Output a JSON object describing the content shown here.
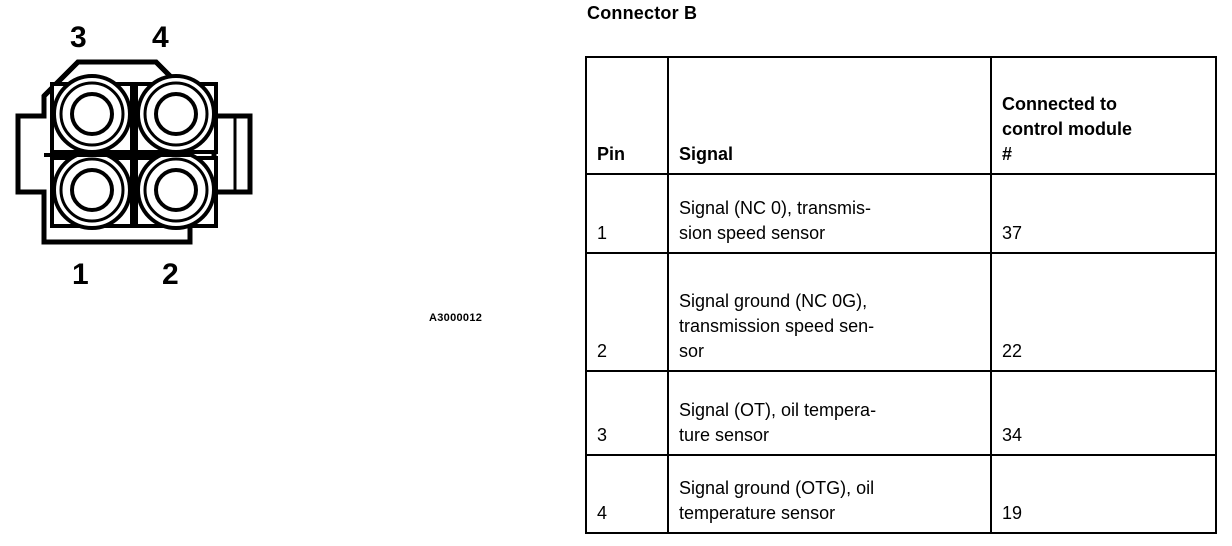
{
  "figure": {
    "reference_code": "A3000012",
    "pin_labels": {
      "top_left": "3",
      "top_right": "4",
      "bottom_left": "1",
      "bottom_right": "2"
    },
    "cavity_count": 4,
    "ink_color": "#000000",
    "background_color": "#ffffff"
  },
  "panel": {
    "title": "Connector B"
  },
  "table": {
    "headers": {
      "pin": "Pin",
      "signal": "Signal",
      "module": "Connected to\ncontrol module\n#"
    },
    "rows": [
      {
        "pin": "1",
        "signal": "Signal (NC 0), transmis-\nsion speed sensor",
        "module": "37",
        "pin_align": "bottom",
        "signal_align": "bottom",
        "module_align": "bottom"
      },
      {
        "pin": "2",
        "signal": "Signal ground (NC 0G),\ntransmission speed sen-\nsor",
        "module": "22",
        "pin_align": "bottom",
        "signal_align": "top",
        "module_align": "bottom"
      },
      {
        "pin": "3",
        "signal": "Signal (OT), oil tempera-\nture sensor",
        "module": "34",
        "pin_align": "top",
        "signal_align": "top",
        "module_align": "top"
      },
      {
        "pin": "4",
        "signal": "Signal ground (OTG), oil\ntemperature sensor",
        "module": "19",
        "pin_align": "top",
        "signal_align": "top",
        "module_align": "top"
      }
    ]
  }
}
